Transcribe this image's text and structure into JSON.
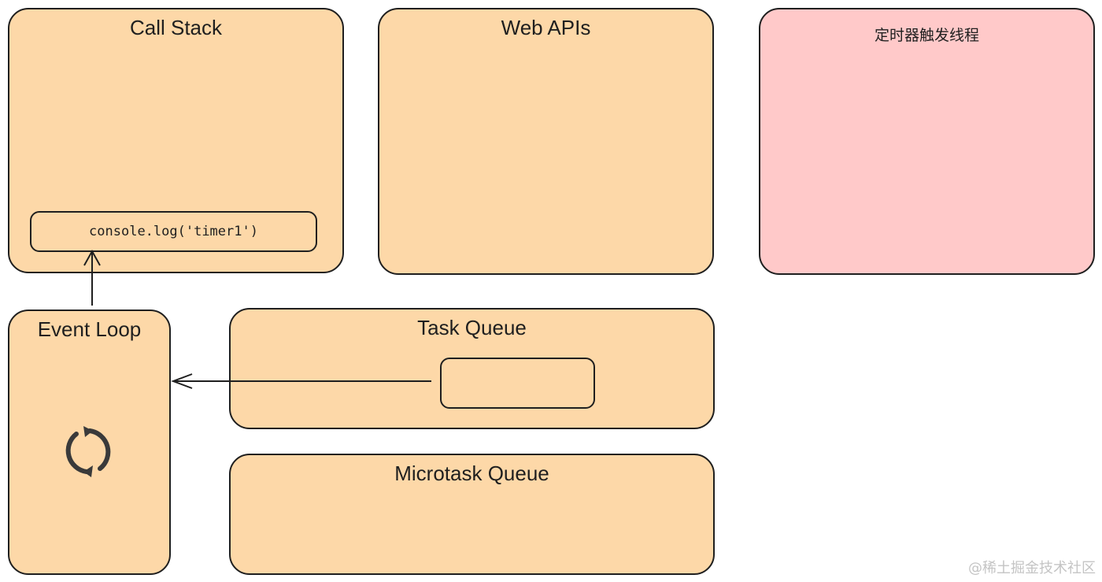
{
  "panels": {
    "call_stack": {
      "title": "Call Stack",
      "frames": [
        "console.log('timer1')"
      ]
    },
    "web_apis": {
      "title": "Web APIs"
    },
    "timer_thread": {
      "title": "定时器触发线程",
      "color": "#ffc9c9"
    },
    "event_loop": {
      "title": "Event Loop",
      "icon": "refresh-cycle-icon"
    },
    "task_queue": {
      "title": "Task Queue",
      "items": [
        ""
      ]
    },
    "microtask_queue": {
      "title": "Microtask Queue"
    }
  },
  "colors": {
    "panel_fill": "#fdd8a8",
    "border": "#1f1f1f"
  },
  "watermark": "@稀土掘金技术社区"
}
